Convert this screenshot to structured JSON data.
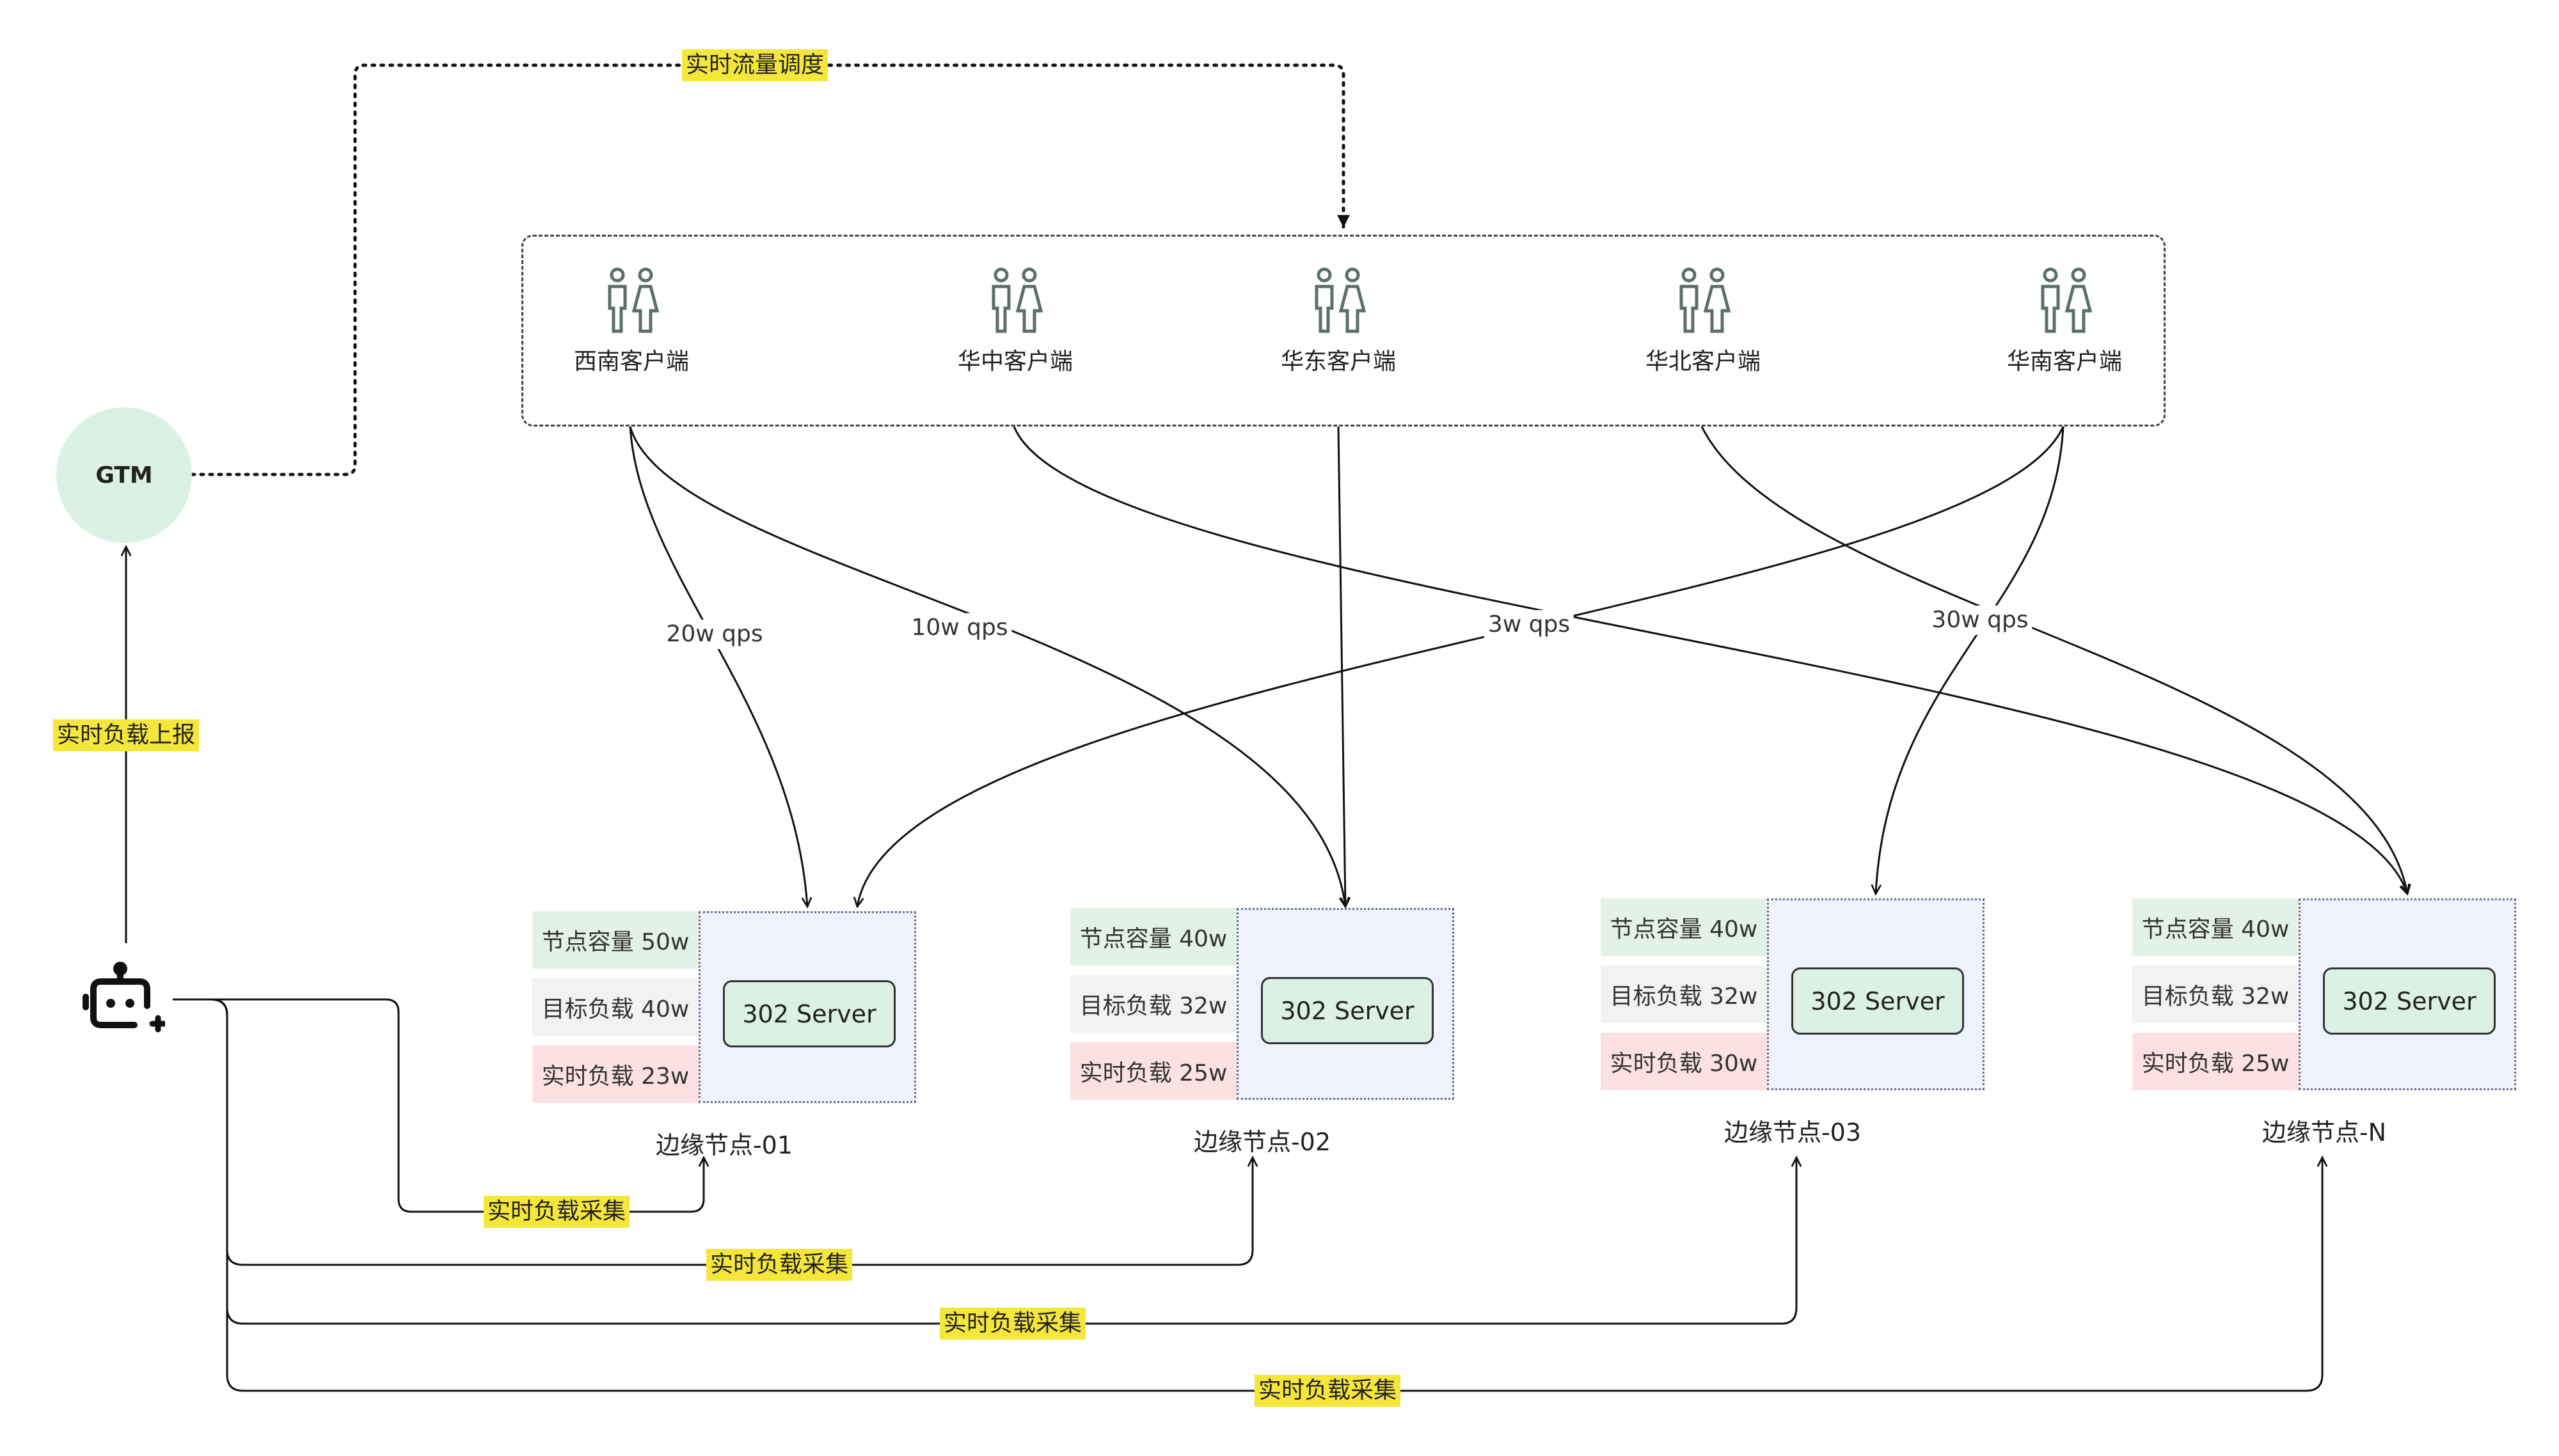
{
  "gtm": {
    "label": "GTM"
  },
  "edges": {
    "dispatch": "实时流量调度",
    "report": "实时负载上报",
    "collect": [
      "实时负载采集",
      "实时负载采集",
      "实时负载采集",
      "实时负载采集"
    ]
  },
  "clients": [
    {
      "label": "西南客户端"
    },
    {
      "label": "华中客户端"
    },
    {
      "label": "华东客户端"
    },
    {
      "label": "华北客户端"
    },
    {
      "label": "华南客户端"
    }
  ],
  "qps": [
    "20w qps",
    "10w qps",
    "3w qps",
    "30w qps"
  ],
  "nodes": [
    {
      "name": "边缘节点-01",
      "capacity": "节点容量 50w",
      "target": "目标负载 40w",
      "live": "实时负载 23w",
      "server": "302 Server"
    },
    {
      "name": "边缘节点-02",
      "capacity": "节点容量 40w",
      "target": "目标负载 32w",
      "live": "实时负载 25w",
      "server": "302 Server"
    },
    {
      "name": "边缘节点-03",
      "capacity": "节点容量 40w",
      "target": "目标负载 32w",
      "live": "实时负载 30w",
      "server": "302 Server"
    },
    {
      "name": "边缘节点-N",
      "capacity": "节点容量 40w",
      "target": "目标负载 32w",
      "live": "实时负载 25w",
      "server": "302 Server"
    }
  ],
  "icons": {
    "client": "users-icon",
    "monitor": "monitor-bot-icon"
  },
  "colors": {
    "gtm_fill": "#dbf1e3",
    "label_highlight": "#f5e63a",
    "capacity_fill": "#e3f2e6",
    "target_fill": "#f2f2f2",
    "live_fill": "#fbe1e1",
    "server_panel": "#eef2fc"
  }
}
